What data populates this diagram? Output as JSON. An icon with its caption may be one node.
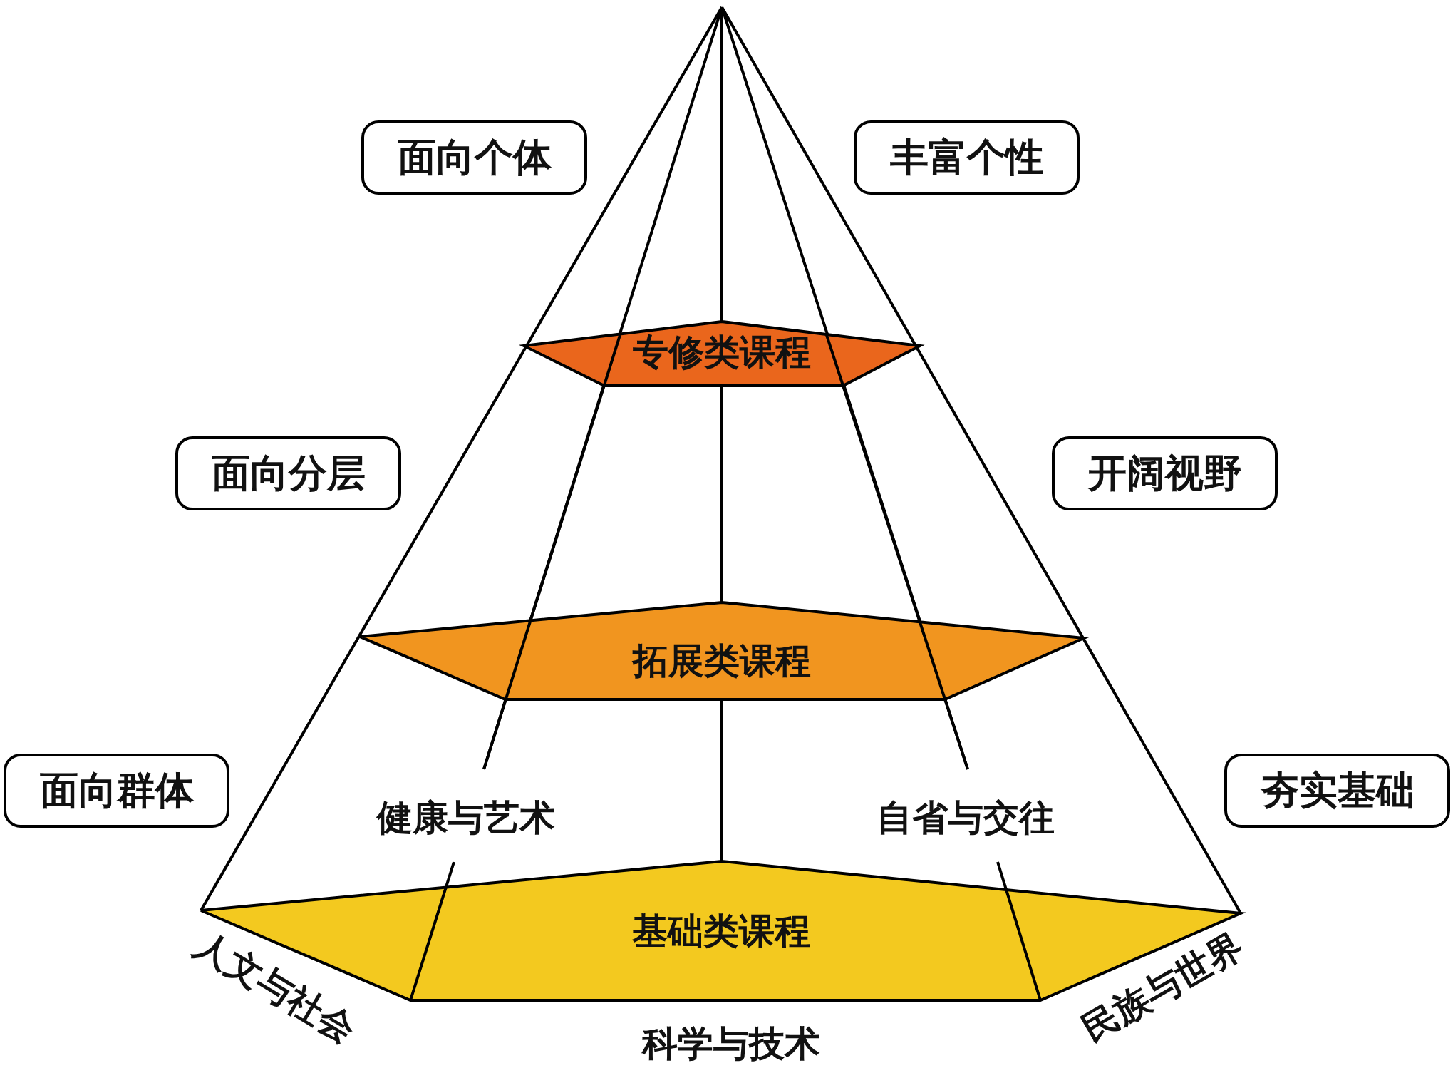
{
  "diagram": {
    "nodes": [
      {
        "text": [
          "面向个体"
        ]
      },
      {
        "text": [
          "丰富个性"
        ]
      },
      {
        "text": [
          "专修类课程"
        ]
      },
      {
        "text": [
          "面向分层"
        ]
      },
      {
        "text": [
          "开阔视野"
        ]
      },
      {
        "text": [
          "拓展类课程"
        ]
      },
      {
        "text": [
          "面向群体"
        ]
      },
      {
        "text": [
          "夯实基础"
        ]
      },
      {
        "text": [
          "基础类课程"
        ]
      }
    ],
    "labels": [
      "健康与艺术",
      "自省与交往",
      "人文与社会",
      "科学与技术",
      "民族与世界"
    ]
  }
}
